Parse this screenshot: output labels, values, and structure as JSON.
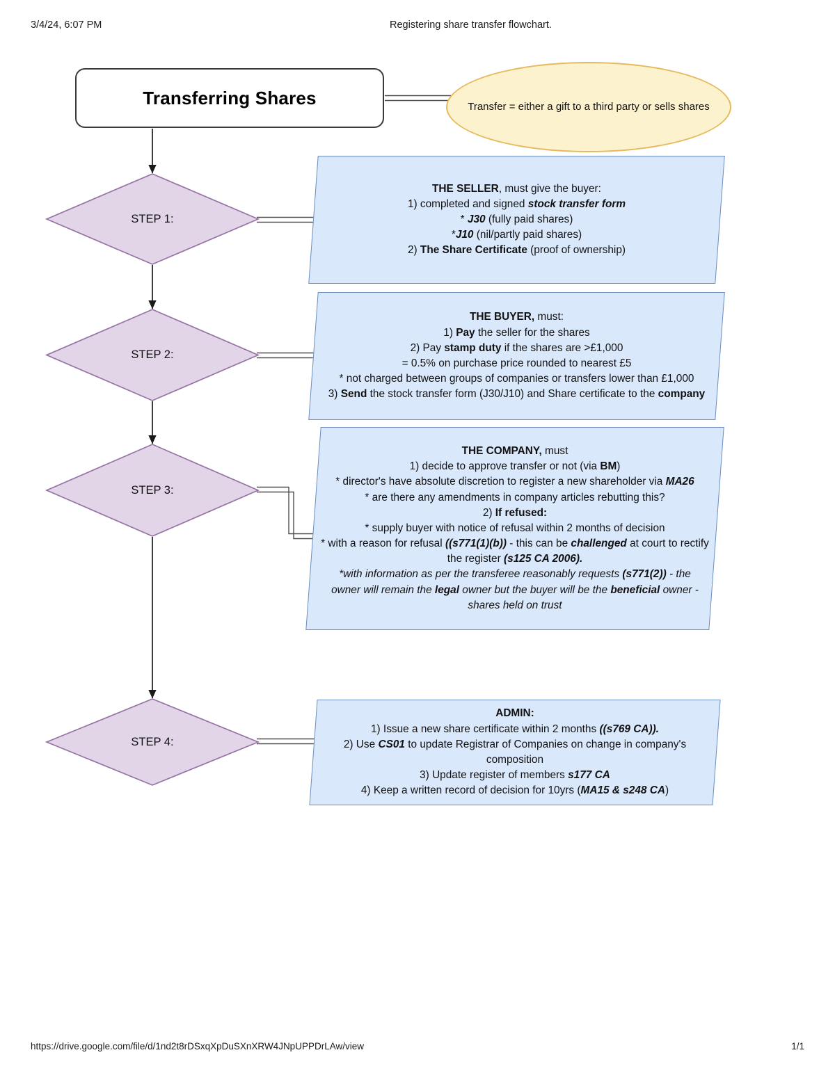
{
  "print": {
    "date": "3/4/24, 6:07 PM",
    "doc_title": "Registering share transfer flowchart.",
    "url": "https://drive.google.com/file/d/1nd2t8rDSxqXpDuSXnXRW4JNpUPPDrLAw/view",
    "page": "1/1"
  },
  "colors": {
    "note_fill": "#dae8fc",
    "note_stroke": "#6c8ebf",
    "diamond_fill": "#e1d5e7",
    "diamond_stroke": "#9673a6",
    "ellipse_fill": "#fdf2ce",
    "ellipse_stroke": "#e6b95c",
    "title_stroke": "#3a3a3a",
    "connector": "#4d4d4d"
  },
  "flow": {
    "title_node": "Transferring Shares",
    "definition_note": "Transfer = either a gift to a third party or sells shares",
    "steps": [
      {
        "label": "STEP 1:"
      },
      {
        "label": "STEP 2:"
      },
      {
        "label": "STEP 3:"
      },
      {
        "label": "STEP 4:"
      }
    ],
    "notes": {
      "seller": {
        "heading": "THE SELLER",
        "lines": [
          "THE SELLER, must give the buyer:",
          "1) completed and signed stock transfer form",
          "* J30 (fully paid shares)",
          "*J10 (nil/partly paid shares)",
          "2) The Share Certificate (proof of ownership)"
        ]
      },
      "buyer": {
        "heading": "THE BUYER,",
        "lines": [
          "THE BUYER, must:",
          "1) Pay the seller for the shares",
          "2) Pay stamp duty if the shares are >£1,000",
          "= 0.5% on purchase price rounded to nearest £5",
          "* not charged between groups of companies or transfers lower than £1,000",
          "3) Send the stock transfer form (J30/J10) and Share certificate to the company"
        ]
      },
      "company": {
        "heading": "THE COMPANY,",
        "lines": [
          "THE COMPANY, must",
          "1) decide to approve transfer or not (via BM)",
          "* director's have absolute discretion to register a new shareholder via MA26",
          "* are there any amendments in company articles rebutting this?",
          "2) If refused:",
          "* supply buyer with notice of refusal within 2 months of decision",
          "* with a reason for refusal ((s771(1)(b)) - this can be challenged at court to rectify",
          "the register (s125 CA 2006).",
          "* with information as per the transferee reasonably requests (s771(2)) - the",
          "owner will remain the legal owner but the buyer will be the beneficial owner -",
          "shares held on trust"
        ]
      },
      "admin": {
        "heading": "ADMIN:",
        "lines": [
          "ADMIN:",
          "1) Issue a new share certificate within 2 months ((s769 CA)).",
          "2) Use CS01 to update Registrar of Companies on change in company's",
          "composition",
          "3) Update register of members s177 CA",
          "4) Keep a written record of decision for 10yrs (MA15 & s248 CA)"
        ]
      }
    }
  }
}
